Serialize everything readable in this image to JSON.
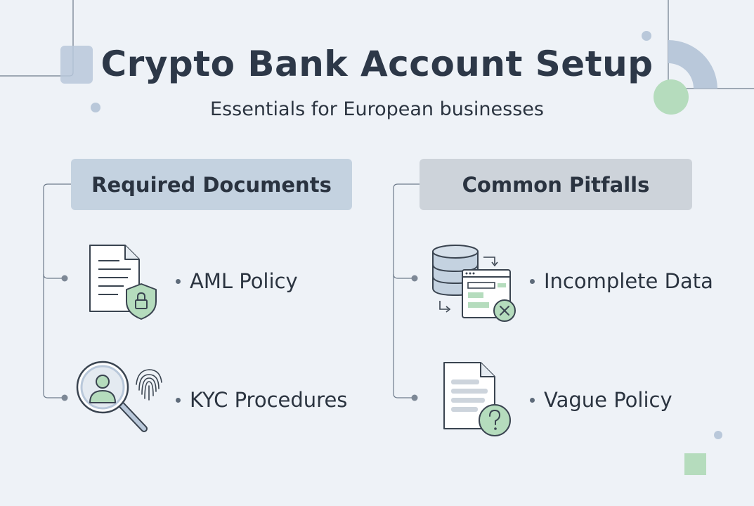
{
  "title": "Crypto Bank Account Setup",
  "subtitle": "Essentials for European businesses",
  "columns": [
    {
      "header": "Required Documents",
      "items": [
        {
          "label": "AML Policy",
          "icon": "document-shield-lock-icon"
        },
        {
          "label": "KYC Procedures",
          "icon": "magnifier-user-fingerprint-icon"
        }
      ]
    },
    {
      "header": "Common Pitfalls",
      "items": [
        {
          "label": "Incomplete Data",
          "icon": "database-form-error-icon"
        },
        {
          "label": "Vague Policy",
          "icon": "document-question-icon"
        }
      ]
    }
  ],
  "colors": {
    "background": "#eef2f7",
    "header_left": "#c4d2e0",
    "header_right": "#cdd3da",
    "accent_green": "#b5dcbd",
    "accent_blue": "#b9c8da"
  }
}
